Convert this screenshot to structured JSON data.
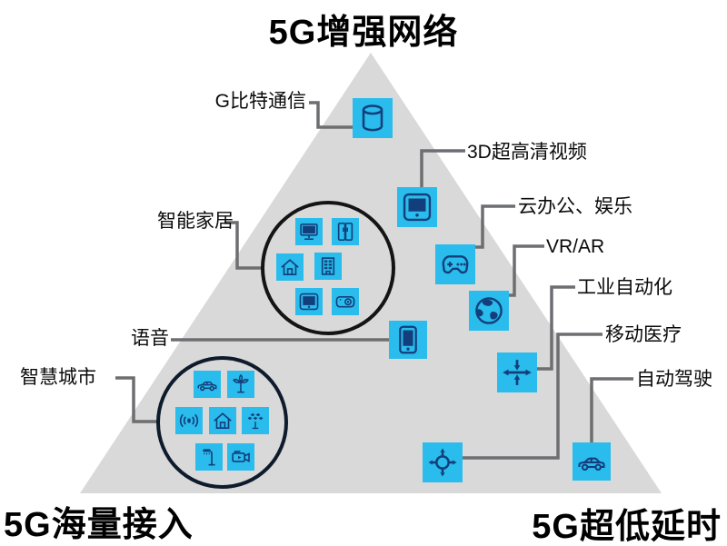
{
  "corners": {
    "top": "5G增强网络",
    "bottom_left": "5G海量接入",
    "bottom_right": "5G超低延时"
  },
  "labels": {
    "gbit": "G比特通信",
    "video3d": "3D超高清视频",
    "cloud_office": "云办公、娱乐",
    "vr_ar": "VR/AR",
    "industrial": "工业自动化",
    "mobile_medical": "移动医疗",
    "auto_driving": "自动驾驶",
    "voice": "语音",
    "smart_home": "智能家居",
    "smart_city": "智慧城市"
  },
  "icons": {
    "gbit": "database",
    "video3d": "tablet-screen",
    "cloud_office": "gamepad",
    "vr_ar": "globe",
    "industrial": "arrows-cross",
    "mobile_medical": "arrows-out-circle",
    "auto_driving": "car",
    "voice": "smartphone"
  },
  "groups": {
    "smart_home": [
      "desktop-monitor",
      "refrigerator",
      "house",
      "building",
      "tablet",
      "camera"
    ],
    "smart_city": [
      "car",
      "wind-turbine",
      "wireless-sensor",
      "house",
      "solar-panel",
      "street-lamp",
      "video-camera"
    ]
  },
  "colors": {
    "tile": "#29BCEC",
    "glyph": "#123F7C",
    "triangle": "#D9D9D9",
    "connector": "#6D6E71",
    "ring_home": "#141414",
    "ring_city": "#0E1B2C",
    "text": "#000000"
  }
}
